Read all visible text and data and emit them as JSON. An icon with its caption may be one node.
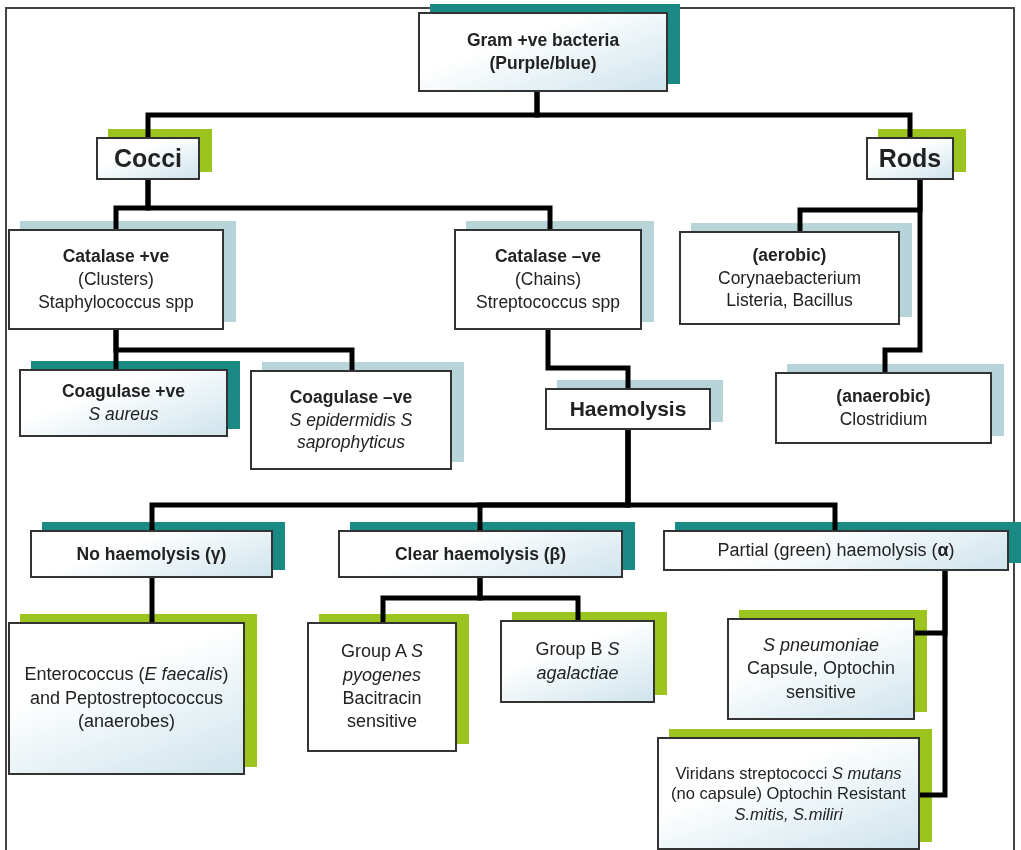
{
  "diagram": {
    "nodes": [
      {
        "text": [
          "Gram +ve bacteria (Purple/blue)"
        ]
      },
      {
        "text": [
          "Cocci"
        ]
      },
      {
        "text": [
          "Rods"
        ]
      },
      {
        "text": [
          "Catalase +ve",
          "(Clusters) Staphylococcus spp"
        ]
      },
      {
        "text": [
          "Catalase –ve",
          "(Chains) Streptococcus spp"
        ]
      },
      {
        "text": [
          "(aerobic)",
          "Corynaebacterium Listeria, Bacillus"
        ]
      },
      {
        "text": [
          "Coagulase +ve",
          "*S aureus*"
        ]
      },
      {
        "text": [
          "Coagulase –ve",
          "*S epidermidis S saprophyticus*"
        ]
      },
      {
        "text": [
          "(anaerobic)",
          "Clostridium"
        ]
      },
      {
        "text": [
          "Haemolysis"
        ]
      },
      {
        "text": [
          "No haemolysis (γ)"
        ]
      },
      {
        "text": [
          "Clear haemolysis (β)"
        ]
      },
      {
        "text": [
          "Partial (green) haemolysis (**α**)"
        ]
      },
      {
        "text": [
          "Enterococcus (*E faecalis*) and Peptostreptococcus (anaerobes)"
        ]
      },
      {
        "text": [
          "Group A *S pyogenes* Bacitracin sensitive"
        ]
      },
      {
        "text": [
          "Group B *S agalactiae*"
        ]
      },
      {
        "text": [
          "*S pneumoniae* Capsule, Optochin sensitive"
        ]
      },
      {
        "text": [
          "Viridans streptococci *S mutans* (no capsule) Optochin Resistant *S.mitis, S.miliri*"
        ]
      }
    ],
    "edges": [
      {
        "from": 0,
        "to": 1,
        "arrow": "none"
      },
      {
        "from": 0,
        "to": 2,
        "arrow": "none"
      },
      {
        "from": 1,
        "to": 3,
        "arrow": "none"
      },
      {
        "from": 1,
        "to": 4,
        "arrow": "none"
      },
      {
        "from": 2,
        "to": 5,
        "arrow": "none"
      },
      {
        "from": 2,
        "to": 8,
        "arrow": "none"
      },
      {
        "from": 3,
        "to": 6,
        "arrow": "none"
      },
      {
        "from": 3,
        "to": 7,
        "arrow": "none"
      },
      {
        "from": 4,
        "to": 9,
        "arrow": "none"
      },
      {
        "from": 9,
        "to": 10,
        "arrow": "none"
      },
      {
        "from": 9,
        "to": 11,
        "arrow": "none"
      },
      {
        "from": 9,
        "to": 12,
        "arrow": "none"
      },
      {
        "from": 10,
        "to": 13,
        "arrow": "none"
      },
      {
        "from": 11,
        "to": 14,
        "arrow": "none"
      },
      {
        "from": 11,
        "to": 15,
        "arrow": "none"
      },
      {
        "from": 12,
        "to": 16,
        "arrow": "none"
      },
      {
        "from": 12,
        "to": 17,
        "arrow": "none"
      }
    ]
  }
}
